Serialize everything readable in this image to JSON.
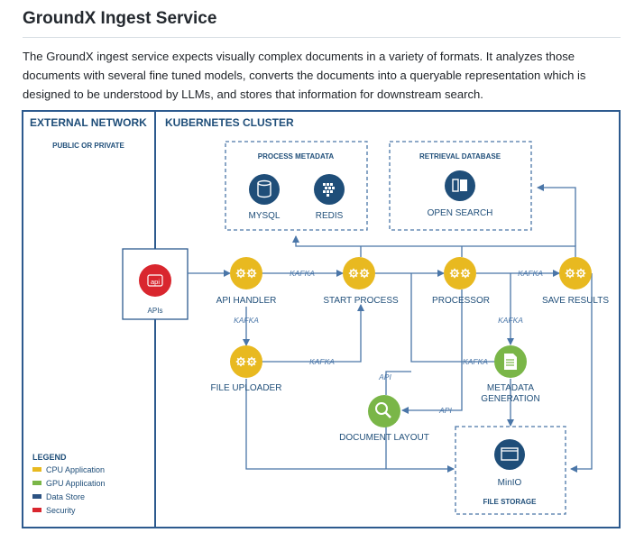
{
  "page": {
    "title": "GroundX Ingest Service",
    "description": "The GroundX ingest service expects visually complex documents in a variety of formats. It analyzes those documents with several fine tuned models, converts the documents into a queryable representation which is designed to be understood by LLMs, and stores that information for downstream search."
  },
  "diagram": {
    "external_network": {
      "title": "EXTERNAL NETWORK",
      "subtitle": "PUBLIC OR PRIVATE"
    },
    "kubernetes_cluster": {
      "title": "KUBERNETES CLUSTER"
    },
    "process_metadata": {
      "title": "PROCESS METADATA",
      "mysql": "MYSQL",
      "redis": "REDIS"
    },
    "retrieval_database": {
      "title": "RETRIEVAL DATABASE",
      "open_search": "OPEN SEARCH"
    },
    "apis": {
      "badge": "api",
      "label": "APIs"
    },
    "nodes": {
      "api_handler": "API HANDLER",
      "start_process": "START PROCESS",
      "processor": "PROCESSOR",
      "save_results": "SAVE RESULTS",
      "file_uploader": "FILE UPLOADER",
      "document_layout": "DOCUMENT LAYOUT",
      "metadata_generation_1": "METADATA",
      "metadata_generation_2": "GENERATION"
    },
    "file_storage": {
      "title": "FILE STORAGE",
      "minio": "MinIO"
    },
    "edge_labels": {
      "kafka": "KAFKA",
      "api": "API"
    },
    "legend": {
      "title": "LEGEND",
      "items": [
        {
          "label": "CPU Application",
          "color": "#e8b920"
        },
        {
          "label": "GPU Application",
          "color": "#7ab648"
        },
        {
          "label": "Data Store",
          "color": "#2c5282"
        },
        {
          "label": "Security",
          "color": "#d9262e"
        }
      ]
    },
    "colors": {
      "border": "#2d5a8e",
      "cpu": "#e8b920",
      "gpu": "#7ab648",
      "store": "#1f4e79",
      "security": "#d9262e",
      "line": "#4a76a8"
    }
  }
}
